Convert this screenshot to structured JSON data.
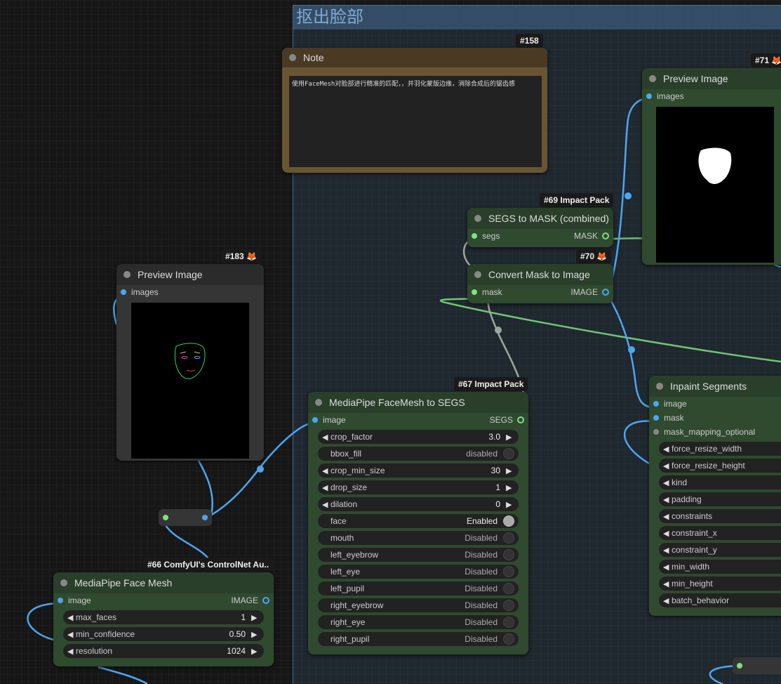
{
  "group": {
    "title": "抠出脸部"
  },
  "colors": {
    "image_wire": "#4da6f0",
    "mask_wire": "#7ee07e",
    "segs_wire": "#9aaa9a",
    "group": "#4b6d8c"
  },
  "note": {
    "badge": "#158",
    "title": "Note",
    "text": "使用FaceMesh对脸部进行精准的匹配，，并羽化蒙版边缘，消除合成后的锯齿感"
  },
  "preview71": {
    "badge": "#71",
    "title": "Preview Image",
    "input": "images"
  },
  "preview183": {
    "badge": "#183",
    "title": "Preview Image",
    "input": "images"
  },
  "segs_to_mask": {
    "badge": "#69 Impact Pack",
    "title": "SEGS to MASK (combined)",
    "input": "segs",
    "output": "MASK"
  },
  "convert_mask": {
    "badge": "#70",
    "title": "Convert Mask to Image",
    "input": "mask",
    "output": "IMAGE"
  },
  "facemesh_segs": {
    "badge": "#67 Impact Pack",
    "title": "MediaPipe FaceMesh to SEGS",
    "input": "image",
    "output": "SEGS",
    "widgets": [
      {
        "label": "crop_factor",
        "value": "3.0"
      },
      {
        "label": "bbox_fill",
        "value": "disabled"
      },
      {
        "label": "crop_min_size",
        "value": "30"
      },
      {
        "label": "drop_size",
        "value": "1"
      },
      {
        "label": "dilation",
        "value": "0"
      },
      {
        "label": "face",
        "value": "Enabled"
      },
      {
        "label": "mouth",
        "value": "Disabled"
      },
      {
        "label": "left_eyebrow",
        "value": "Disabled"
      },
      {
        "label": "left_eye",
        "value": "Disabled"
      },
      {
        "label": "left_pupil",
        "value": "Disabled"
      },
      {
        "label": "right_eyebrow",
        "value": "Disabled"
      },
      {
        "label": "right_eye",
        "value": "Disabled"
      },
      {
        "label": "right_pupil",
        "value": "Disabled"
      }
    ]
  },
  "inpaint": {
    "title": "Inpaint Segments",
    "inputs": [
      "image",
      "mask",
      "mask_mapping_optional"
    ],
    "widgets": [
      "force_resize_width",
      "force_resize_height",
      "kind",
      "padding",
      "constraints",
      "constraint_x",
      "constraint_y",
      "min_width",
      "min_height",
      "batch_behavior"
    ]
  },
  "face_mesh": {
    "badge": "#66 ComfyUI's ControlNet Au..",
    "title": "MediaPipe Face Mesh",
    "input": "image",
    "output": "IMAGE",
    "widgets": [
      {
        "label": "max_faces",
        "value": "1"
      },
      {
        "label": "min_confidence",
        "value": "0.50"
      },
      {
        "label": "resolution",
        "value": "1024"
      }
    ]
  }
}
